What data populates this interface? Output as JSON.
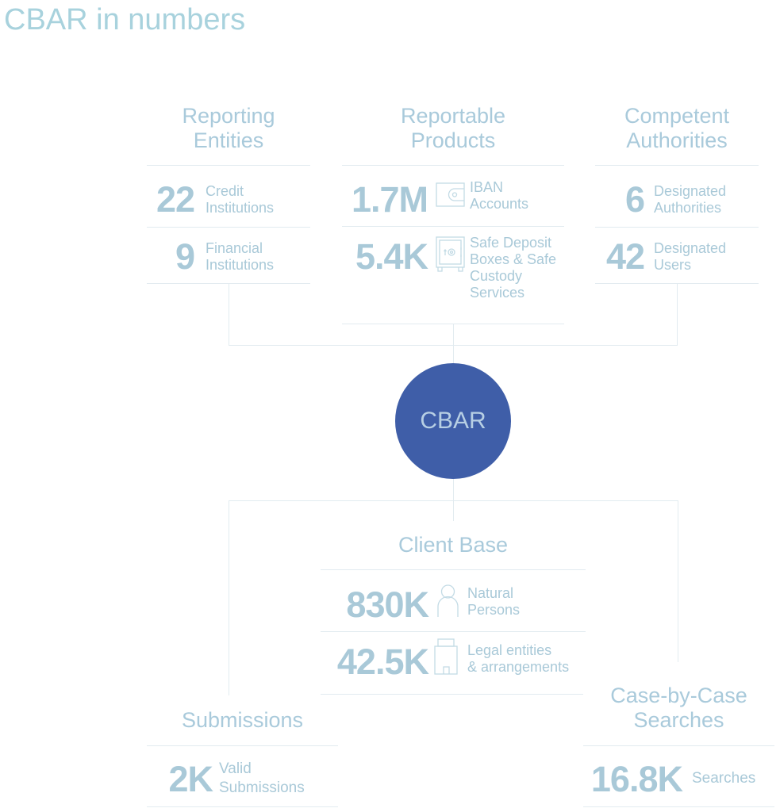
{
  "title": "CBAR in numbers",
  "center": "CBAR",
  "colors": {
    "text": "#a9c9d8",
    "circle": "#3f5ea8",
    "lines": "#e2ebf0"
  },
  "reporting_entities": {
    "heading": [
      "Reporting",
      "Entities"
    ],
    "rows": [
      {
        "value": "22",
        "label": [
          "Credit",
          "Institutions"
        ]
      },
      {
        "value": "9",
        "label": [
          "Financial",
          "Institutions"
        ]
      }
    ]
  },
  "reportable_products": {
    "heading": [
      "Reportable",
      "Products"
    ],
    "rows": [
      {
        "value": "1.7M",
        "icon": "wallet-icon",
        "label": [
          "IBAN",
          "Accounts"
        ]
      },
      {
        "value": "5.4K",
        "icon": "safe-icon",
        "label": [
          "Safe Deposit",
          "Boxes & Safe",
          "Custody",
          "Services"
        ]
      }
    ]
  },
  "competent_authorities": {
    "heading": [
      "Competent",
      "Authorities"
    ],
    "rows": [
      {
        "value": "6",
        "label": [
          "Designated",
          "Authorities"
        ]
      },
      {
        "value": "42",
        "label": [
          "Designated",
          "Users"
        ]
      }
    ]
  },
  "client_base": {
    "heading": "Client Base",
    "rows": [
      {
        "value": "830K",
        "icon": "person-icon",
        "label": [
          "Natural",
          "Persons"
        ]
      },
      {
        "value": "42.5K",
        "icon": "building-icon",
        "label": [
          "Legal entities",
          "& arrangements"
        ]
      }
    ]
  },
  "submissions": {
    "heading": "Submissions",
    "value": "2K",
    "label": [
      "Valid",
      "Submissions"
    ]
  },
  "searches": {
    "heading": [
      "Case-by-Case",
      "Searches"
    ],
    "value": "16.8K",
    "label": "Searches"
  }
}
